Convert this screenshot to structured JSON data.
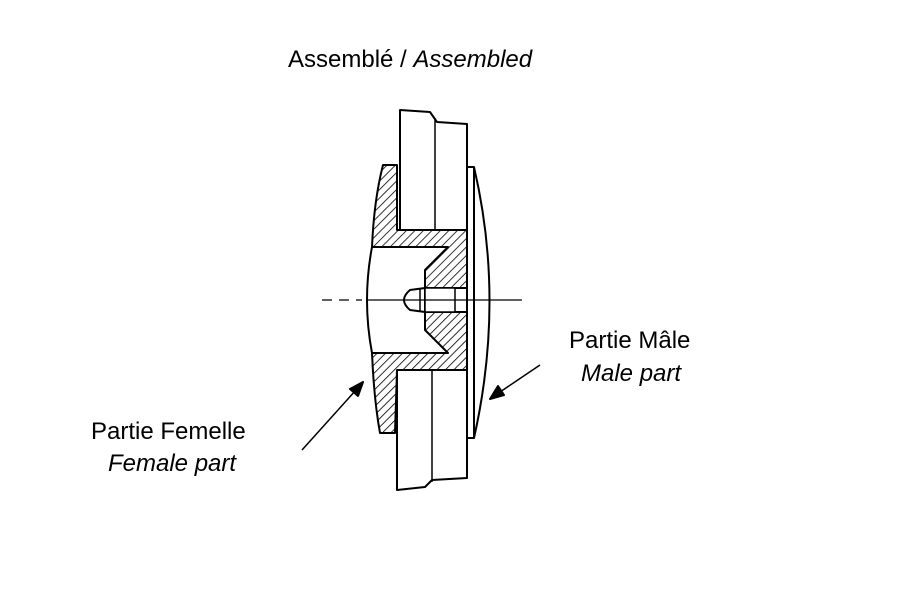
{
  "title": {
    "fr": "Assemblé",
    "sep": " / ",
    "en": "Assembled"
  },
  "labels": {
    "female": {
      "fr": "Partie Femelle",
      "en": "Female part"
    },
    "male": {
      "fr": "Partie Mâle",
      "en": "Male part"
    }
  },
  "colors": {
    "ink": "#000000",
    "background": "#ffffff"
  }
}
